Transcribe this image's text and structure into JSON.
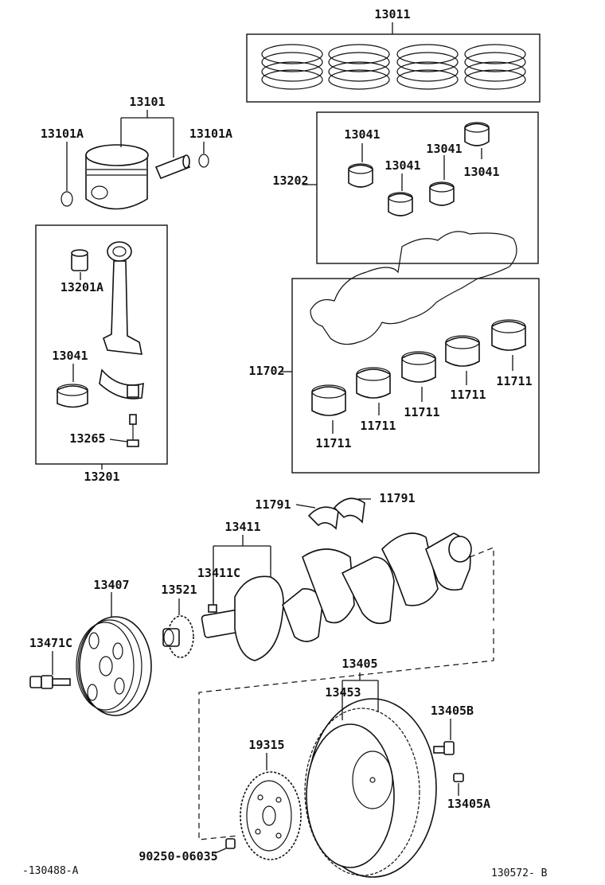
{
  "diagram": {
    "labels": {
      "l13011": "13011",
      "l13101": "13101",
      "l13101a_left": "13101A",
      "l13101a_right": "13101A",
      "l13202": "13202",
      "l13041_a": "13041",
      "l13041_b": "13041",
      "l13041_c": "13041",
      "l13041_d": "13041",
      "l13201a": "13201A",
      "l13041_rod": "13041",
      "l13265": "13265",
      "l13201": "13201",
      "l11702": "11702",
      "l11711_a": "11711",
      "l11711_b": "11711",
      "l11711_c": "11711",
      "l11711_d": "11711",
      "l11711_e": "11711",
      "l11791_left": "11791",
      "l11791_right": "11791",
      "l13411": "13411",
      "l13411c": "13411C",
      "l13407": "13407",
      "l13521": "13521",
      "l13471c": "13471C",
      "l13405": "13405",
      "l13453": "13453",
      "l13405b": "13405B",
      "l19315": "19315",
      "l13405a": "13405A",
      "l90250": "90250-06035"
    },
    "refs": {
      "left": "-130488-A",
      "right": "130572- B"
    }
  }
}
